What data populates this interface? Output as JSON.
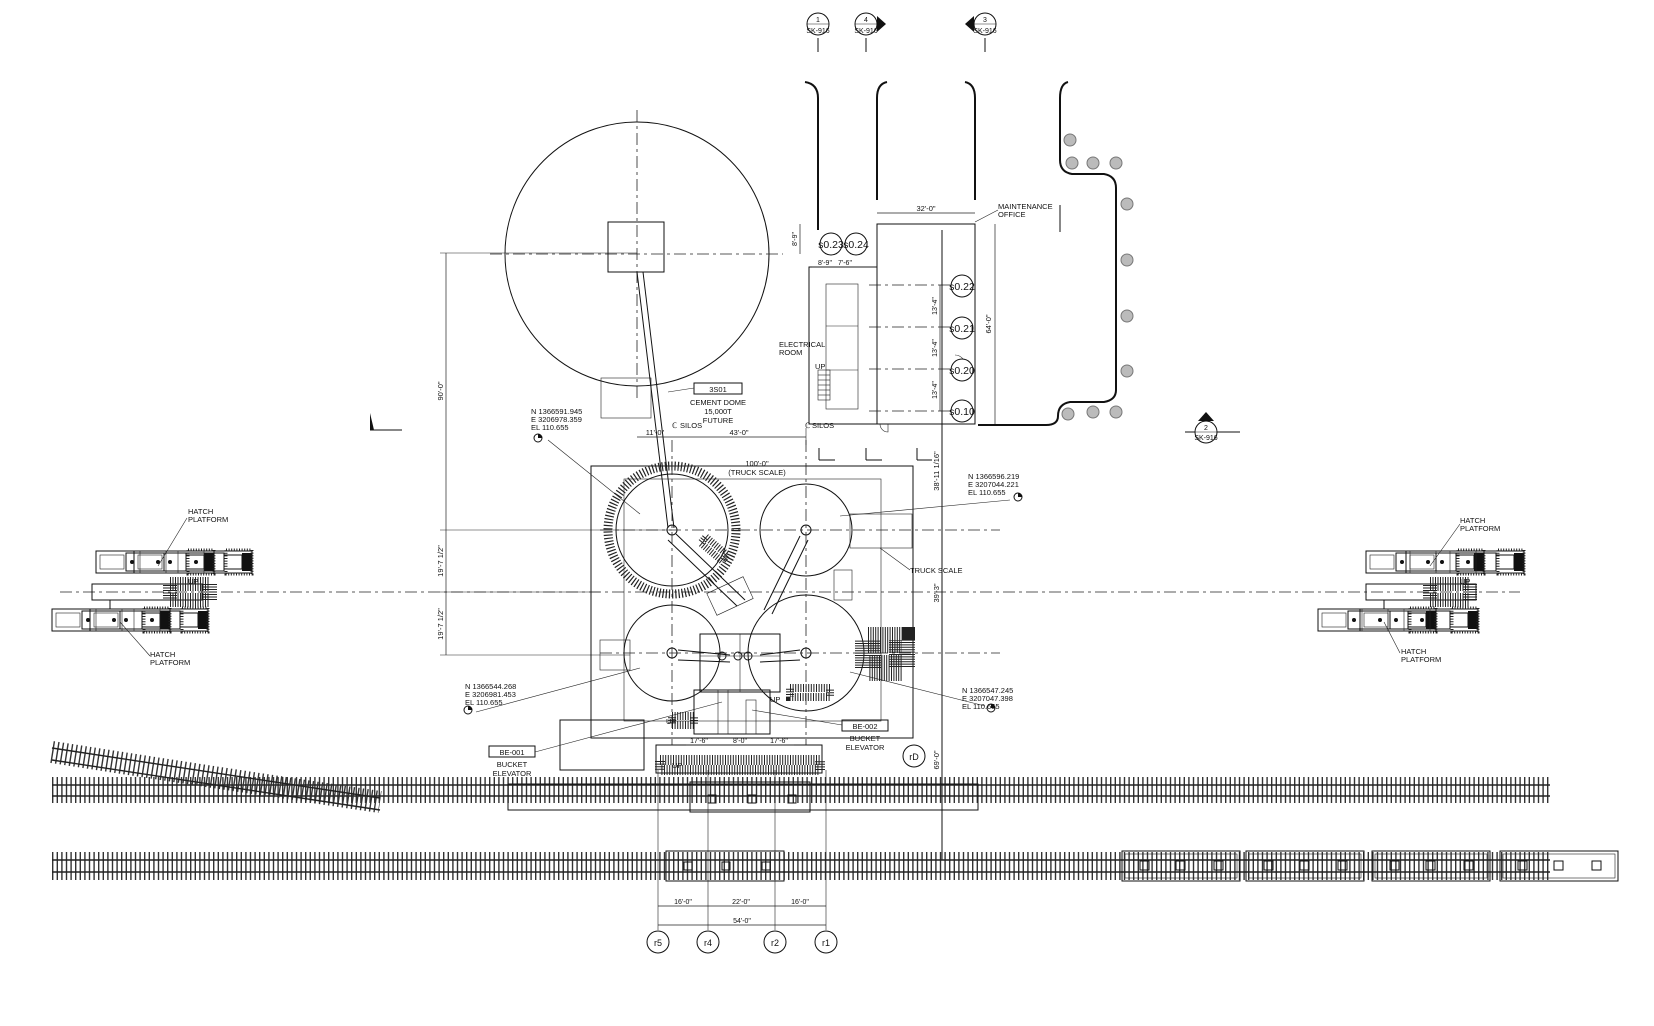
{
  "section_markers": {
    "top": [
      {
        "num": "1",
        "sheet": "SK-916"
      },
      {
        "num": "4",
        "sheet": "SK-916"
      },
      {
        "num": "3",
        "sheet": "SK-916"
      }
    ],
    "right": {
      "num": "2",
      "sheet": "SK-916"
    }
  },
  "dome": {
    "tag": "3S01",
    "line1": "CEMENT DOME",
    "line2": "15,000T",
    "line3": "FUTURE"
  },
  "maintenance": {
    "line1": "MAINTENANCE",
    "line2": "OFFICE",
    "width_dim": "32'-0\"",
    "depth_dim": "64'-0\""
  },
  "electrical": {
    "line1": "ELECTRICAL",
    "line2": "ROOM"
  },
  "truck_scale": {
    "label": "TRUCK SCALE",
    "dim": "100'-0\"",
    "dim_note": "(TRUCK SCALE)"
  },
  "coords": [
    {
      "n": "N 1366591.945",
      "e": "E 3206978.359",
      "el": "EL 110.655"
    },
    {
      "n": "N 1366596.219",
      "e": "E 3207044.221",
      "el": "EL 110.655"
    },
    {
      "n": "N 1366544.268",
      "e": "E 3206981.453",
      "el": "EL 110.655"
    },
    {
      "n": "N 1366547.245",
      "e": "E 3207047.398",
      "el": "EL 110.655"
    }
  ],
  "hatch_platform": {
    "line1": "HATCH",
    "line2": "PLATFORM"
  },
  "up_label": "UP",
  "bucket_elevators": [
    {
      "tag": "BE-001",
      "line1": "BUCKET",
      "line2": "ELEVATOR"
    },
    {
      "tag": "BE-002",
      "line1": "BUCKET",
      "line2": "ELEVATOR"
    }
  ],
  "grid_bubbles": [
    "r5",
    "r4",
    "r2",
    "r1"
  ],
  "row_bubble": "rD",
  "column_tags": [
    "s0.23",
    "s0.24",
    "s0.22",
    "s0.21",
    "s0.20",
    "s0.10"
  ],
  "silos_label": "SILOS",
  "centerline_mark": "ℂ",
  "dims": {
    "d90": "90'-0\"",
    "d11": "11'-0\"",
    "d43": "43'-0\"",
    "d8a": "8'-9\"",
    "d8b": "8'-9\"",
    "d7": "7'-6\"",
    "d13a": "13'-4\"",
    "d13b": "13'-4\"",
    "d13c": "13'-4\"",
    "d38": "38'-11 1/16\"",
    "d39": "39'-3\"",
    "d69": "69'-0\"",
    "d19a": "19'-7 1/2\"",
    "d19b": "19'-7 1/2\"",
    "d17a": "17'-6\"",
    "d8c": "8'-0\"",
    "d17b": "17'-6\"",
    "d16a": "16'-0\"",
    "d22": "22'-0\"",
    "d16b": "16'-0\"",
    "d54": "54'-0\""
  }
}
